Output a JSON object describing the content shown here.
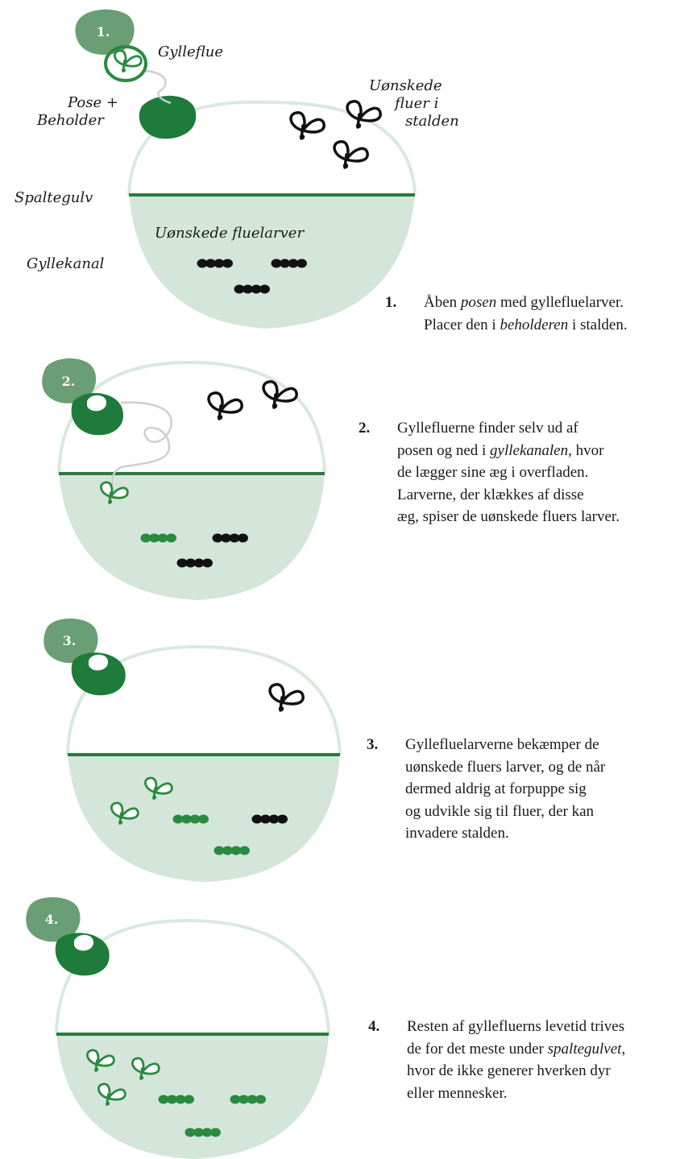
{
  "colors": {
    "badge": "#6a9e74",
    "bag": "#1e7b3a",
    "canal": "#d4e6d9",
    "outline": "#d9e9dd",
    "floor": "#2a7a3e",
    "string": "#cfcfcf",
    "black_fly": "#111111",
    "green": "#2a8a40"
  },
  "labels": {
    "gylleflue": "Gylleflue",
    "pose": "Pose +",
    "beholder": "Beholder",
    "unwanted_flies": [
      "Uønskede",
      "fluer i",
      "stalden"
    ],
    "spaltegulv": "Spaltegulv",
    "fluelarver": "Uønskede fluelarver",
    "gyllekanal": "Gyllekanal"
  },
  "steps": [
    {
      "badge": "1.",
      "number": "1.",
      "lines": [
        [
          {
            "t": "Åben "
          },
          {
            "t": "posen",
            "i": true
          },
          {
            "t": " med gyllefluelarver."
          }
        ],
        [
          {
            "t": "Placer den i "
          },
          {
            "t": "beholderen",
            "i": true
          },
          {
            "t": " i stalden."
          }
        ]
      ]
    },
    {
      "badge": "2.",
      "number": "2.",
      "lines": [
        [
          {
            "t": "Gyllefluerne finder selv ud af"
          }
        ],
        [
          {
            "t": "posen og ned i "
          },
          {
            "t": "gyllekanalen",
            "i": true
          },
          {
            "t": ", hvor"
          }
        ],
        [
          {
            "t": "de lægger sine æg i overfladen."
          }
        ],
        [
          {
            "t": "Larverne, der klækkes af disse"
          }
        ],
        [
          {
            "t": "æg, spiser de uønskede fluers larver."
          }
        ]
      ]
    },
    {
      "badge": "3.",
      "number": "3.",
      "lines": [
        [
          {
            "t": "Gyllefluelarverne bekæmper de"
          }
        ],
        [
          {
            "t": "uønskede fluers larver, og de når"
          }
        ],
        [
          {
            "t": "dermed aldrig at forpuppe sig"
          }
        ],
        [
          {
            "t": "og udvikle sig til fluer, der kan"
          }
        ],
        [
          {
            "t": "invadere stalden."
          }
        ]
      ]
    },
    {
      "badge": "4.",
      "number": "4.",
      "lines": [
        [
          {
            "t": "Resten af gyllefluerns levetid trives"
          }
        ],
        [
          {
            "t": "de for det meste under "
          },
          {
            "t": "spaltegulvet",
            "i": true
          },
          {
            "t": ","
          }
        ],
        [
          {
            "t": "hvor de ikke generer hverken dyr"
          }
        ],
        [
          {
            "t": "eller mennesker."
          }
        ]
      ]
    }
  ]
}
